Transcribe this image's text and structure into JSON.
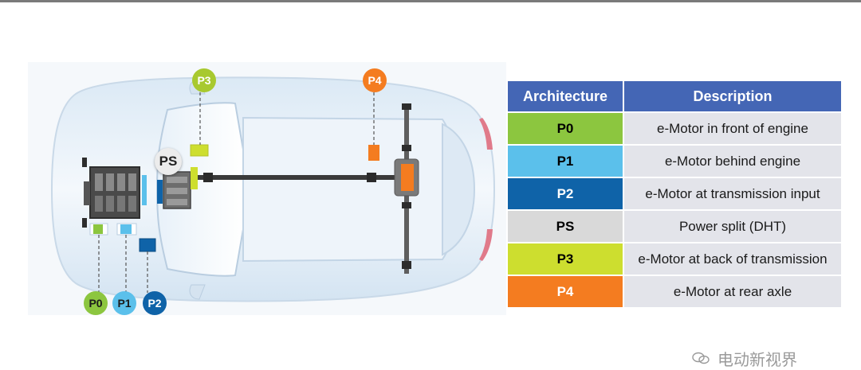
{
  "diagram": {
    "markers": {
      "p0": "P0",
      "p1": "P1",
      "p2": "P2",
      "p3": "P3",
      "p4": "P4",
      "ps": "PS"
    },
    "colors": {
      "p0": "#8cc63f",
      "p1": "#5bc0eb",
      "p2": "#0f63a8",
      "ps": "#d9d9d9",
      "p3": "#cdde2f",
      "p4": "#f47c20",
      "header": "#4466b5"
    }
  },
  "table": {
    "headers": [
      "Architecture",
      "Description"
    ],
    "rows": [
      {
        "code": "P0",
        "description": "e-Motor in front of engine",
        "color": "#8cc63f",
        "text_color": "#000000"
      },
      {
        "code": "P1",
        "description": "e-Motor behind engine",
        "color": "#5bc0eb",
        "text_color": "#000000"
      },
      {
        "code": "P2",
        "description": "e-Motor at transmission input",
        "color": "#0f63a8",
        "text_color": "#ffffff"
      },
      {
        "code": "PS",
        "description": "Power split (DHT)",
        "color": "#d9d9d9",
        "text_color": "#000000"
      },
      {
        "code": "P3",
        "description": "e-Motor at back of transmission",
        "color": "#cdde2f",
        "text_color": "#000000"
      },
      {
        "code": "P4",
        "description": "e-Motor at rear axle",
        "color": "#f47c20",
        "text_color": "#ffffff"
      }
    ]
  },
  "watermark": {
    "icon": "wechat-icon",
    "text": "电动新视界"
  }
}
